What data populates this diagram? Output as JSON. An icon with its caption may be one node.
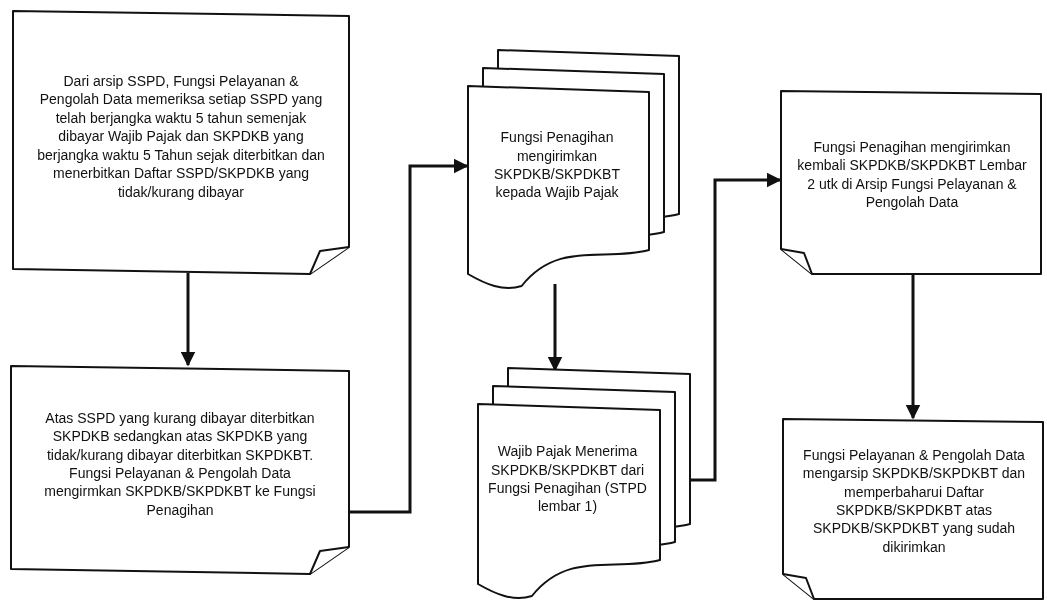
{
  "diagram": {
    "nodes": [
      {
        "text": [
          "Dari arsip SSPD, Fungsi Pelayanan & Pengolah Data memeriksa setiap SSPD yang telah berjangka waktu 5 tahun semenjak dibayar Wajib Pajak dan SKPDKB yang berjangka waktu 5 Tahun sejak diterbitkan dan menerbitkan Daftar SSPD/SKPDKB yang tidak/kurang dibayar"
        ]
      },
      {
        "text": [
          "Atas SSPD yang kurang dibayar diterbitkan SKPDKB sedangkan atas SKPDKB yang tidak/kurang dibayar diterbitkan SKPDKBT. Fungsi Pelayanan & Pengolah Data mengirmkan SKPDKB/SKPDKBT ke Fungsi Penagihan"
        ]
      },
      {
        "text": [
          "Fungsi Penagihan mengirimkan SKPDKB/SKPDKBT kepada Wajib Pajak"
        ]
      },
      {
        "text": [
          "Wajib Pajak Menerima SKPDKB/SKPDKBT dari Fungsi Penagihan (STPD lembar 1)"
        ]
      },
      {
        "text": [
          "Fungsi Penagihan mengirimkan kembali SKPDKB/SKPDKBT Lembar 2 utk di Arsip Fungsi Pelayanan & Pengolah Data"
        ]
      },
      {
        "text": [
          "Fungsi Pelayanan & Pengolah Data mengarsip SKPDKB/SKPDKBT dan memperbaharui Daftar SKPDKB/SKPDKBT atas SKPDKB/SKPDKBT yang sudah dikirimkan"
        ]
      }
    ],
    "edges": [
      {
        "from": 0,
        "to": 1,
        "arrow": "to"
      },
      {
        "from": 1,
        "to": 2,
        "arrow": "to"
      },
      {
        "from": 2,
        "to": 3,
        "arrow": "to"
      },
      {
        "from": 3,
        "to": 4,
        "arrow": "to"
      },
      {
        "from": 4,
        "to": 5,
        "arrow": "to"
      }
    ]
  }
}
